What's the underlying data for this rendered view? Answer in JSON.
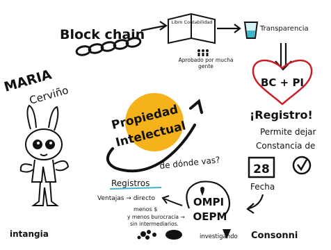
{
  "texts": {
    "blockchain": "Block chain",
    "libro": "Libro Contabilidad",
    "aprobado": "Aprobado por mucha gente",
    "transparencia": "Transparencia",
    "bc_pi": "BC + PI",
    "registro": "¡Registro!",
    "permite": "Permite dejar",
    "constancia": "Constancia de",
    "dia": "28",
    "fecha": "Fecha",
    "maria": "MARIA",
    "cervino": "Cerviño",
    "propiedad": "Propiedad",
    "intelectual": "Intelectual",
    "de_donde": "de dónde vas?",
    "registros": "Registros",
    "ventajas": "Ventajas → directo",
    "menos": "menos $",
    "menos2": "y menos burocracia →",
    "intermediarios": "sin intermediarios.",
    "ompi": "OMPI",
    "oepm": "OEPM",
    "intangia": "intangia",
    "investigando": "investigando",
    "consonni": "Consonni"
  },
  "colors": {
    "ink": "#111111",
    "accent_yellow": "#f5b21b",
    "heart_red": "#c81e28",
    "cup_cyan": "#3fb6cc"
  },
  "icons": [
    "chain-icon",
    "book-icon",
    "cup-icon",
    "arrow-icon",
    "heart-icon",
    "calendar-icon",
    "check-circle-icon",
    "rabbit-character",
    "pin-icon",
    "logo-icon"
  ]
}
